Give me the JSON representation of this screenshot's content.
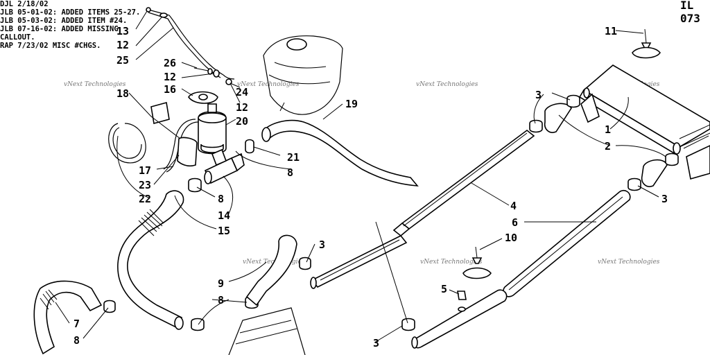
{
  "revision_notes": [
    "DJL 2/18/02",
    "JLB 05-01-02: ADDED ITEMS 25-27.",
    "JLB 05-03-02: ADDED ITEM #24.",
    "JLB 07-16-02: ADDED MISSING",
    "CALLOUT.",
    "RAP 7/23/02 MISC #CHGS."
  ],
  "sheet_id": "IL 073",
  "watermark": "vNext Technologies",
  "callouts": [
    "13",
    "12",
    "25",
    "26",
    "12",
    "16",
    "24",
    "12",
    "18",
    "20",
    "19",
    "17",
    "23",
    "22",
    "8",
    "21",
    "8",
    "14",
    "15",
    "9",
    "8",
    "7",
    "8",
    "3",
    "1",
    "2",
    "3",
    "11",
    "4",
    "6",
    "3",
    "10",
    "5",
    "3"
  ]
}
